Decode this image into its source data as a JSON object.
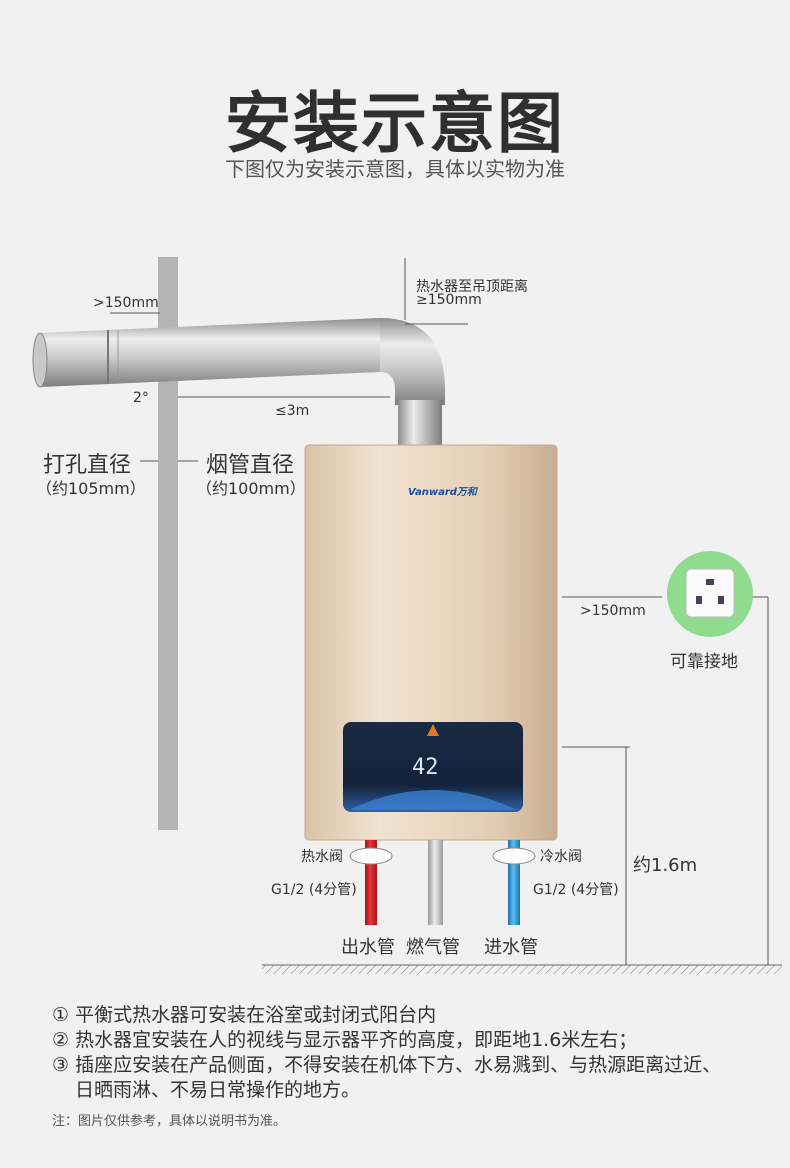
{
  "header": {
    "title": "安装示意图",
    "subtitle": "下图仅为安装示意图，具体以实物为准"
  },
  "diagram": {
    "dim_wall_top": ">150mm",
    "dim_ceiling_line1": "热水器至吊顶距离",
    "dim_ceiling_line2": "≥150mm",
    "angle": "2°",
    "pipe_length": "≤3m",
    "hole_label": "打孔直径",
    "hole_value": "（约105mm）",
    "flue_label": "烟管直径",
    "flue_value": "（约100mm）",
    "brand": "Vanward万和",
    "side_dim": ">150mm",
    "socket_label": "可靠接地",
    "hot_valve": "热水阀",
    "cold_valve": "冷水阀",
    "hot_thread": "G1/2 (4分管)",
    "cold_thread": "G1/2 (4分管)",
    "height": "约1.6m",
    "pipe_out": "出水管",
    "pipe_gas": "燃气管",
    "pipe_in": "进水管",
    "display_value": "42"
  },
  "notes": [
    "① 平衡式热水器可安装在浴室或封闭式阳台内",
    "② 热水器宜安装在人的视线与显示器平齐的高度，即距地1.6米左右；",
    "③ 插座应安装在产品侧面，不得安装在机体下方、水易溅到、与热源距离过近、",
    "日晒雨淋、不易日常操作的地方。"
  ],
  "footnote": "注：图片仅供参考，具体以说明书为准。"
}
